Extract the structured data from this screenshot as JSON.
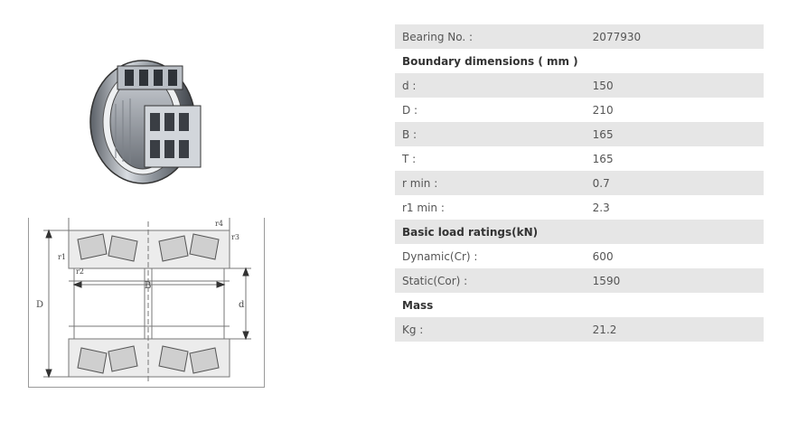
{
  "diagram_labels": {
    "r4": "r4",
    "r3": "r3",
    "r1": "r1",
    "r2": "r2",
    "B": "B",
    "D": "D",
    "d": "d"
  },
  "spec_table": {
    "rows": [
      {
        "label": "Bearing No. :",
        "value": "2077930",
        "type": "row",
        "shade": true
      },
      {
        "label": "Boundary dimensions ( mm )",
        "value": "",
        "type": "section",
        "shade": false
      },
      {
        "label": "d :",
        "value": "150",
        "type": "row",
        "shade": true
      },
      {
        "label": "D :",
        "value": "210",
        "type": "row",
        "shade": false
      },
      {
        "label": "B :",
        "value": "165",
        "type": "row",
        "shade": true
      },
      {
        "label": "T :",
        "value": "165",
        "type": "row",
        "shade": false
      },
      {
        "label": "r min :",
        "value": "0.7",
        "type": "row",
        "shade": true
      },
      {
        "label": "r1 min :",
        "value": "2.3",
        "type": "row",
        "shade": false
      },
      {
        "label": "Basic load ratings(kN)",
        "value": "",
        "type": "section",
        "shade": true
      },
      {
        "label": "Dynamic(Cr) :",
        "value": "600",
        "type": "row",
        "shade": false
      },
      {
        "label": "Static(Cor) :",
        "value": "1590",
        "type": "row",
        "shade": true
      },
      {
        "label": "Mass",
        "value": "",
        "type": "section",
        "shade": false
      },
      {
        "label": "Kg :",
        "value": "21.2",
        "type": "row",
        "shade": true
      }
    ]
  }
}
